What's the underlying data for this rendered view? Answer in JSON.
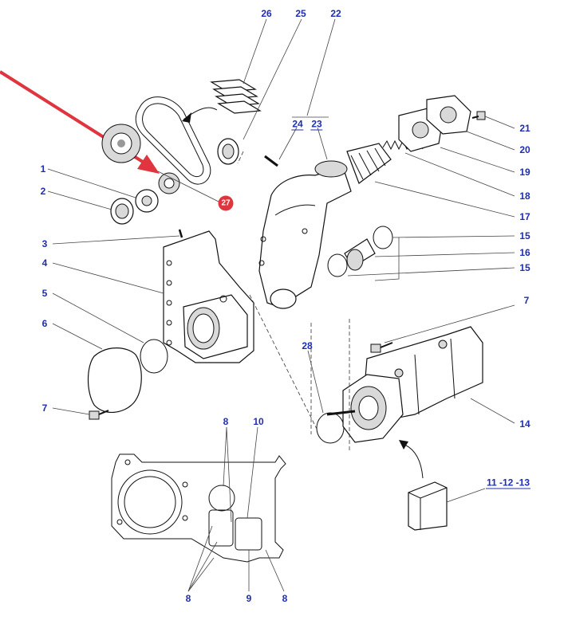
{
  "callouts": {
    "c26": "26",
    "c25": "25",
    "c22": "22",
    "c24": "24",
    "c23": "23",
    "c1": "1",
    "c2": "2",
    "c3": "3",
    "c4": "4",
    "c5": "5",
    "c6": "6",
    "c7a": "7",
    "c21": "21",
    "c20": "20",
    "c19": "19",
    "c18": "18",
    "c17": "17",
    "c15a": "15",
    "c16": "16",
    "c15b": "15",
    "c7b": "7",
    "c28": "28",
    "c14": "14",
    "c11_12_13": "11 -12 -13",
    "c8a": "8",
    "c10": "10",
    "c8b": "8",
    "c9": "9",
    "c8c": "8",
    "c27": "27"
  },
  "colors": {
    "callout": "#1f2db3",
    "pointer_arrow": "#e0343e",
    "badge": "#e0343e"
  }
}
